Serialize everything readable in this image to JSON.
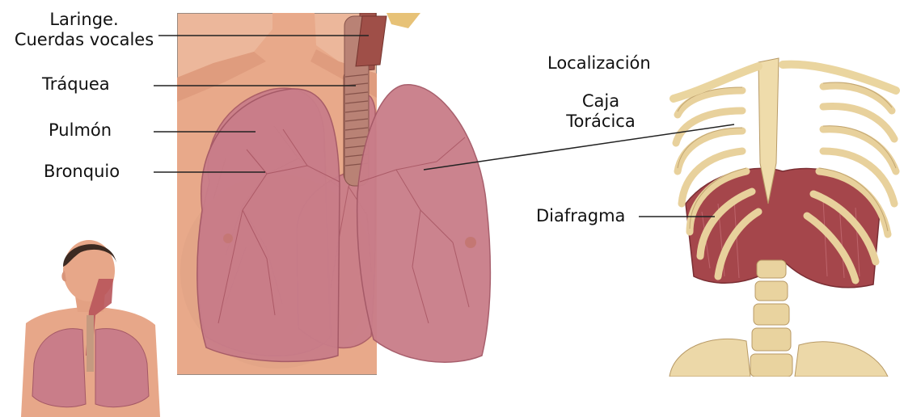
{
  "labels": {
    "larynx_line1": "Laringe.",
    "larynx_line2": "Cuerdas vocales",
    "trachea": "Tráquea",
    "lung": "Pulmón",
    "bronchus": "Bronquio",
    "location": "Localización",
    "ribcage_line1": "Caja",
    "ribcage_line2": "Torácica",
    "diaphragm": "Diafragma"
  },
  "colors": {
    "skin": "#e3a487",
    "lung": "#c97d89",
    "trachea": "#b77a6c",
    "bone": "#ecd8a8",
    "muscle": "#a5464b",
    "line": "#222222"
  }
}
